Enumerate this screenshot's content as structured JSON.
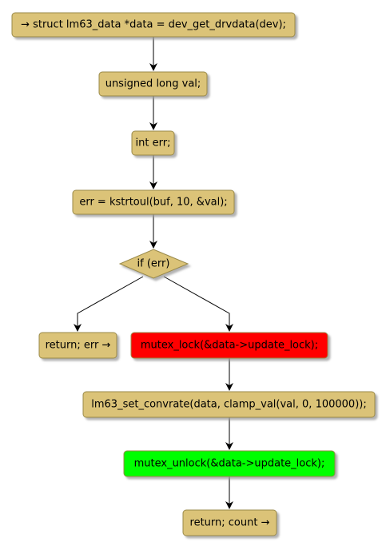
{
  "colors": {
    "node_fill": "#dbc378",
    "node_border": "#9a8a4a",
    "shadow": "#b5b5b5",
    "lock_fill": "#ff0000",
    "unlock_fill": "#00ff00",
    "edge": "#000000"
  },
  "nodes": {
    "start": "→ struct lm63_data *data = dev_get_drvdata(dev);",
    "decl_val": "unsigned long val;",
    "decl_err": "int err;",
    "parse": "err = kstrtoul(buf, 10, &val);",
    "cond": "if (err)",
    "return_err": "return; err →",
    "lock": "mutex_lock(&data->update_lock);",
    "set_convrate": "lm63_set_convrate(data, clamp_val(val, 0, 100000));",
    "unlock": "mutex_unlock(&data->update_lock);",
    "return_count": "return; count →"
  }
}
